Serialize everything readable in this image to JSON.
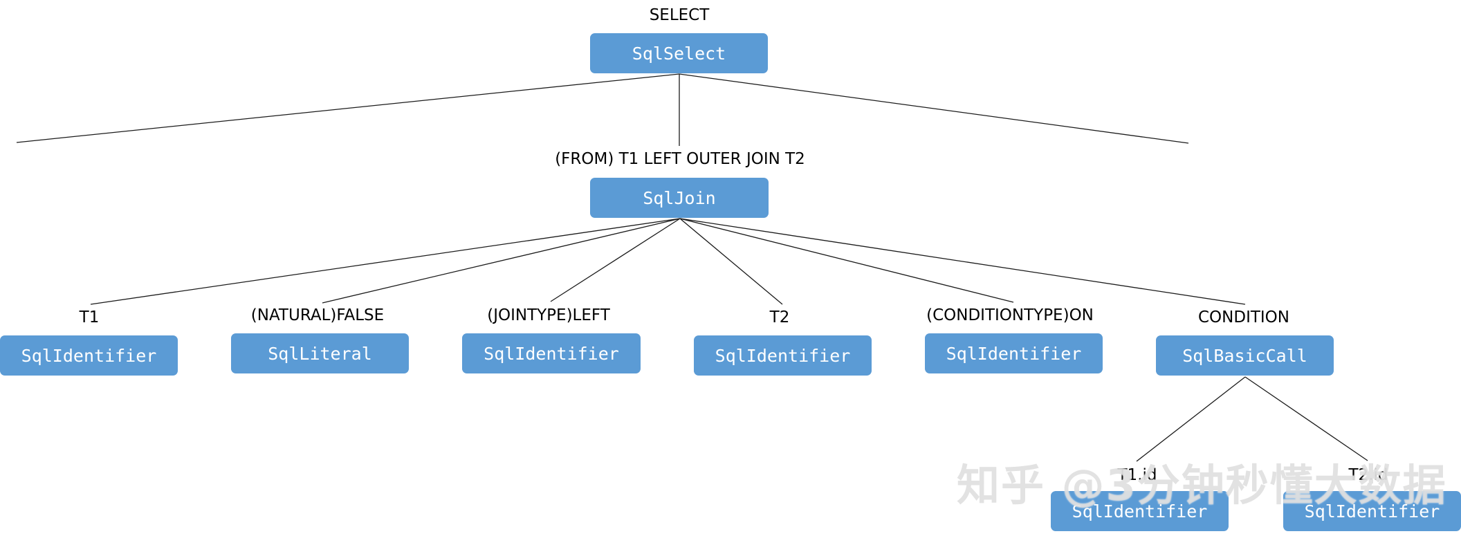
{
  "nodes": [
    {
      "id": "select",
      "text": "SqlSelect",
      "label": "SELECT"
    },
    {
      "id": "join",
      "text": "SqlJoin",
      "label": "(FROM) T1 LEFT OUTER JOIN T2"
    },
    {
      "id": "t1",
      "text": "SqlIdentifier",
      "label": "T1"
    },
    {
      "id": "natural",
      "text": "SqlLiteral",
      "label": "(NATURAL)FALSE"
    },
    {
      "id": "jointype",
      "text": "SqlIdentifier",
      "label": "(JOINTYPE)LEFT"
    },
    {
      "id": "t2",
      "text": "SqlIdentifier",
      "label": "T2"
    },
    {
      "id": "conditiontype",
      "text": "SqlIdentifier",
      "label": "(CONDITIONTYPE)ON"
    },
    {
      "id": "condition",
      "text": "SqlBasicCall",
      "label": "CONDITION"
    },
    {
      "id": "t1id",
      "text": "SqlIdentifier",
      "label": "T1.id"
    },
    {
      "id": "t2id",
      "text": "SqlIdentifier",
      "label": "T2.id"
    }
  ],
  "watermark": "知乎 @3分钟秒懂大数据"
}
